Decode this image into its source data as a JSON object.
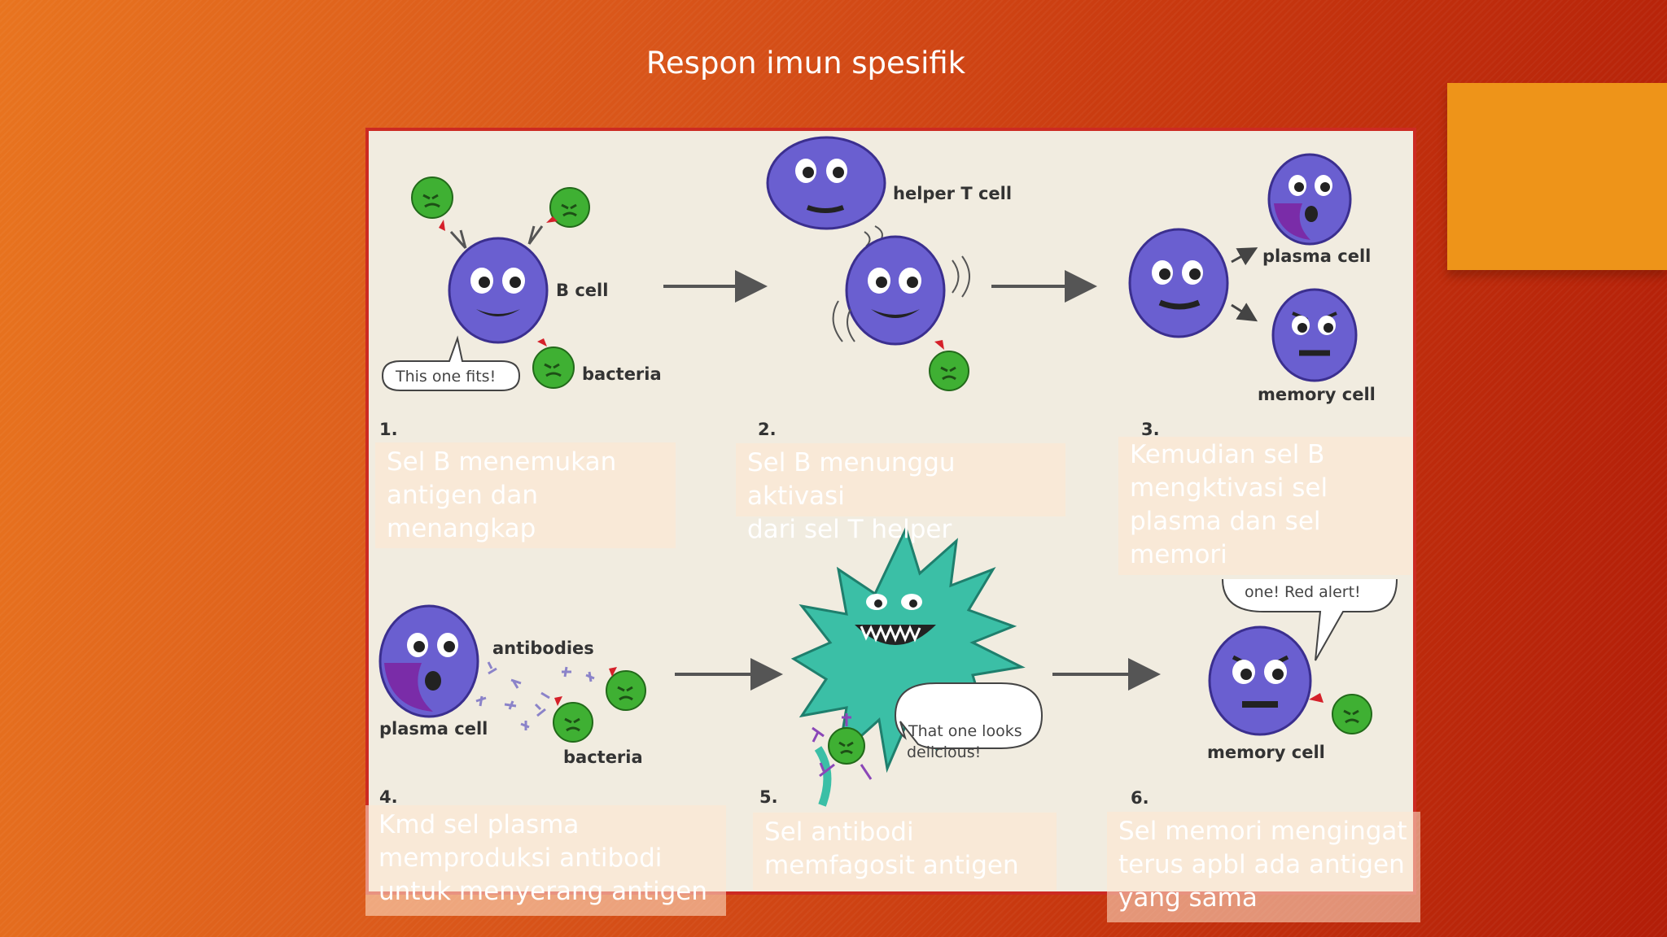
{
  "title": "Respon imun spesifik",
  "diagram": {
    "labels": {
      "b_cell": "B cell",
      "bacteria": "bacteria",
      "helper_t_cell": "helper T cell",
      "plasma_cell": "plasma cell",
      "memory_cell": "memory cell",
      "antibodies": "antibodies"
    },
    "bubbles": {
      "this_one_fits": "This one fits!",
      "looks_delicious_1": "That one looks",
      "looks_delicious_2": "delicious!",
      "red_alert": "one! Red alert!"
    },
    "step_numbers": [
      "1.",
      "2.",
      "3.",
      "4.",
      "5.",
      "6."
    ]
  },
  "captions": [
    {
      "line1": "Sel B menemukan",
      "line2": "antigen dan",
      "line3": "menangkap"
    },
    {
      "line1": "Sel B menunggu aktivasi",
      "line2": "dari sel T helper"
    },
    {
      "line1": "Kemudian sel B",
      "line2": "mengktivasi sel",
      "line3": "plasma dan sel",
      "line4": "memori"
    },
    {
      "line1": "Kmd sel plasma",
      "line2": "memproduksi antibodi",
      "line3": "untuk menyerang antigen"
    },
    {
      "line1": "Sel antibodi",
      "line2": "memfagosit antigen"
    },
    {
      "line1": "Sel memori mengingat",
      "line2": "terus apbl ada antigen",
      "line3": "yang sama"
    }
  ],
  "colors": {
    "cell_purple": "#6a5fd0",
    "bacteria_green": "#3fb033",
    "phagocyte_teal": "#3bbfa6",
    "accent_orange": "#ee9419",
    "panel_border": "#cc2a22"
  }
}
